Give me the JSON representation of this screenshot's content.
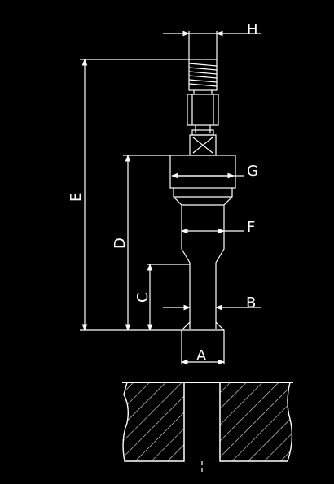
{
  "diagram": {
    "labels": {
      "H": "H",
      "G": "G",
      "F": "F",
      "B": "B",
      "A": "A",
      "C": "C",
      "D": "D",
      "E": "E"
    },
    "colors": {
      "background": "#000000",
      "stroke": "#ffffff"
    }
  }
}
